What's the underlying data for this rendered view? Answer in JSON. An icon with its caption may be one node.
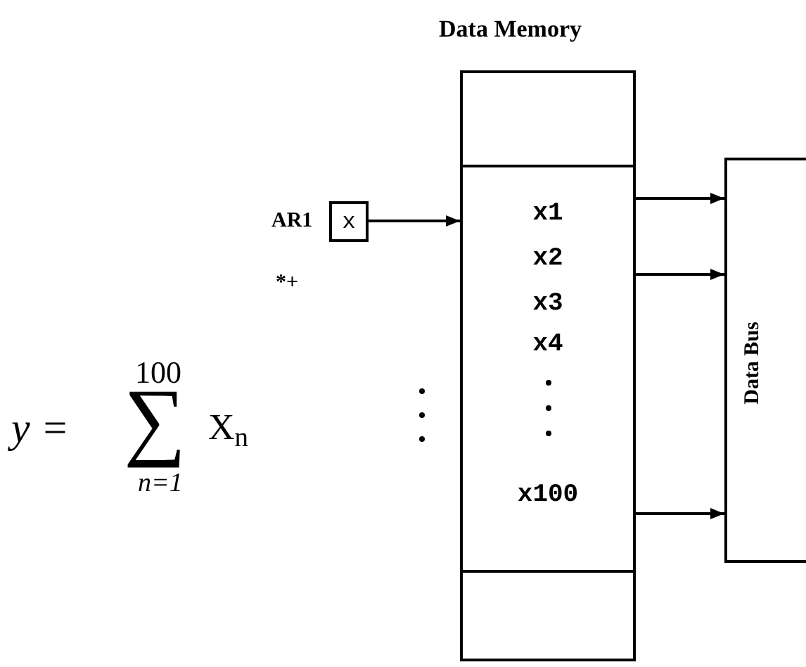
{
  "diagram": {
    "nodes": [
      {
        "text": [
          "Data Memory"
        ]
      },
      {
        "text": [
          "x1",
          "x2",
          "x3",
          "x4",
          "x100"
        ],
        "in": 0
      },
      {
        "text": [
          "x"
        ],
        "beside": [
          "AR1"
        ]
      },
      {
        "text": [
          "Data Bus"
        ]
      }
    ],
    "edges": [
      {
        "from": 2,
        "to": 1,
        "arrow": "to"
      },
      {
        "from": 1,
        "to": 3,
        "arrow": "to"
      },
      {
        "from": 1,
        "to": 3,
        "arrow": "to"
      },
      {
        "from": 1,
        "to": 3,
        "arrow": "to"
      }
    ],
    "labels": [
      "*+",
      "100",
      "y =",
      "∑",
      "X$_{n}$",
      "n=1"
    ]
  }
}
